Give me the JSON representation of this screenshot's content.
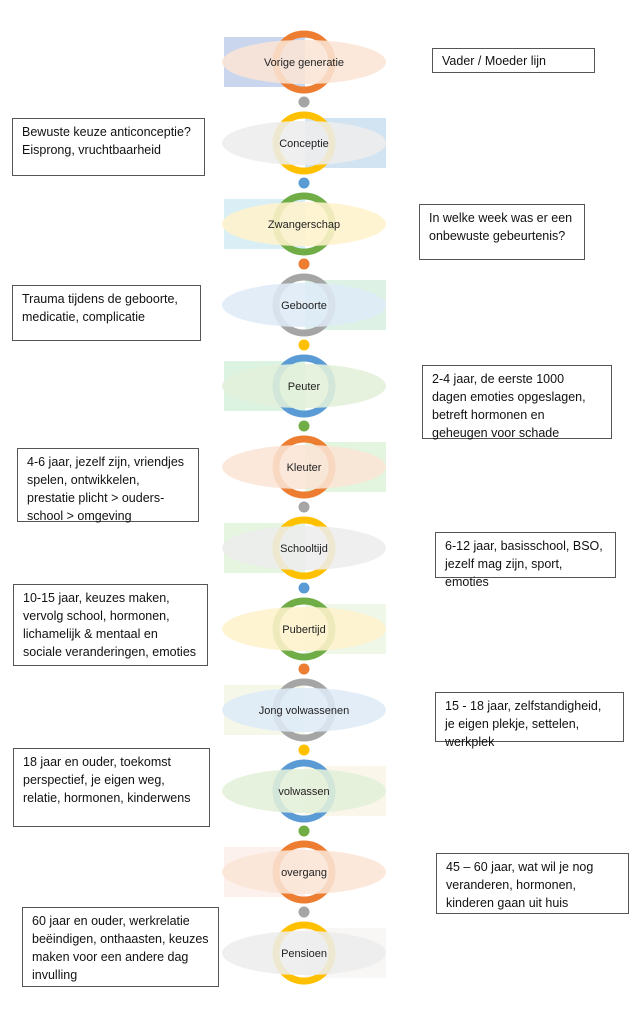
{
  "colors": {
    "orange": "#ED7D31",
    "yellow": "#FFC000",
    "green": "#70AD47",
    "grey": "#A5A5A5",
    "blue": "#5B9BD5"
  },
  "stages": [
    {
      "label": "Vorige generatie",
      "arc": "#ED7D31",
      "fill": "#FBE5D6",
      "rect": "#C9D6EE",
      "side": "left"
    },
    {
      "label": "Conceptie",
      "arc": "#FFC000",
      "fill": "#EDEDED",
      "rect": "#D2E4F2",
      "side": "right",
      "dot_before": "#A5A5A5"
    },
    {
      "label": "Zwangerschap",
      "arc": "#70AD47",
      "fill": "#FFF2CC",
      "rect": "#D9EFF5",
      "side": "left",
      "dot_before": "#5B9BD5"
    },
    {
      "label": "Geboorte",
      "arc": "#A5A5A5",
      "fill": "#DEEBF7",
      "rect": "#DDF2E5",
      "side": "right",
      "dot_before": "#ED7D31"
    },
    {
      "label": "Peuter",
      "arc": "#5B9BD5",
      "fill": "#E2F0D9",
      "rect": "#DDF3E2",
      "side": "left",
      "dot_before": "#FFC000"
    },
    {
      "label": "Kleuter",
      "arc": "#ED7D31",
      "fill": "#FBE5D6",
      "rect": "#E3F5DF",
      "side": "right",
      "dot_before": "#70AD47"
    },
    {
      "label": "Schooltijd",
      "arc": "#FFC000",
      "fill": "#EDEDED",
      "rect": "#E5F5DF",
      "side": "left",
      "dot_before": "#A5A5A5"
    },
    {
      "label": "Pubertijd",
      "arc": "#70AD47",
      "fill": "#FFF2CC",
      "rect": "#EEF7E8",
      "side": "right",
      "dot_before": "#5B9BD5"
    },
    {
      "label": "Jong volwassenen",
      "arc": "#A5A5A5",
      "fill": "#DEEBF7",
      "rect": "#F5F8E8",
      "side": "left",
      "dot_before": "#ED7D31"
    },
    {
      "label": "volwassen",
      "arc": "#5B9BD5",
      "fill": "#E2F0D9",
      "rect": "#FBF6EA",
      "side": "right",
      "dot_before": "#FFC000"
    },
    {
      "label": "overgang",
      "arc": "#ED7D31",
      "fill": "#FBE5D6",
      "rect": "#FCF1EC",
      "side": "left",
      "dot_before": "#70AD47"
    },
    {
      "label": "Pensioen",
      "arc": "#FFC000",
      "fill": "#EDEDED",
      "rect": "#F9F7F5",
      "side": "right",
      "dot_before": "#A5A5A5"
    }
  ],
  "notes": [
    "Vader / Moeder lijn",
    "Bewuste keuze anticonceptie? Eisprong, vruchtbaarheid",
    "In welke week was er een onbewuste gebeurtenis?",
    "Trauma tijdens de geboorte, medicatie, complicatie",
    "2-4 jaar, de eerste 1000 dagen emoties opgeslagen, betreft hormonen en geheugen voor schade",
    "4-6 jaar, jezelf zijn, vriendjes spelen, ontwikkelen, prestatie plicht > ouders- school > omgeving",
    "6-12 jaar, basisschool, BSO, jezelf mag zijn, sport, emoties",
    "10-15 jaar, keuzes maken, vervolg school, hormonen, lichamelijk & mentaal en sociale veranderingen, emoties",
    "15 - 18 jaar, zelfstandigheid, je eigen plekje, settelen, werkplek",
    "18 jaar en ouder, toekomst perspectief, je eigen weg, relatie, hormonen, kinderwens",
    "45 – 60 jaar, wat wil je nog veranderen, hormonen, kinderen gaan uit huis",
    "60 jaar en ouder, werkrelatie beëindigen, onthaasten, keuzes maken voor een andere dag invulling"
  ]
}
